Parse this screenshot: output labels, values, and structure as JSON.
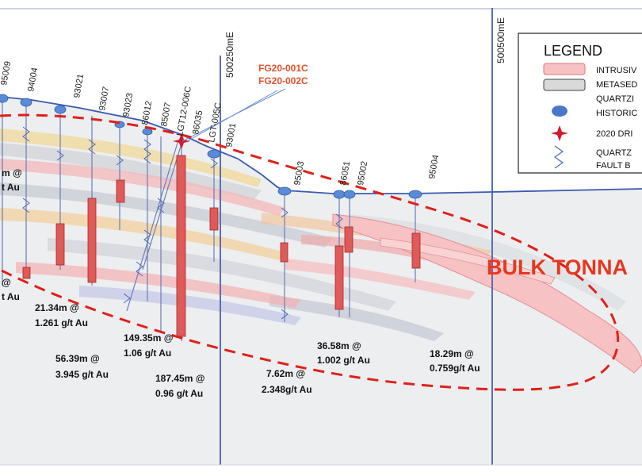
{
  "grid_lines": [
    {
      "label": "500250mE"
    },
    {
      "label": "500500mE"
    }
  ],
  "drill_holes": [
    {
      "name": "95009"
    },
    {
      "name": "94004"
    },
    {
      "name": "93021"
    },
    {
      "name": "93007"
    },
    {
      "name": "93023"
    },
    {
      "name": "86012"
    },
    {
      "name": "85007"
    },
    {
      "name": "LGT12-006C"
    },
    {
      "name": "86035"
    },
    {
      "name": "LGT-005C"
    },
    {
      "name": "93001"
    },
    {
      "name": "95003"
    },
    {
      "name": "86051"
    },
    {
      "name": "95002"
    },
    {
      "name": "95004"
    }
  ],
  "new_holes": {
    "line1": "FG20-001C",
    "line2": "FG20-002C"
  },
  "intercepts": [
    {
      "line1": "m @",
      "line2": "t Au"
    },
    {
      "line1": "@",
      "line2": "t Au"
    },
    {
      "line1": "21.34m @",
      "line2": "1.261 g/t Au"
    },
    {
      "line1": "56.39m @",
      "line2": "3.945 g/t Au"
    },
    {
      "line1": "149.35m @",
      "line2": "1.06 g/t Au"
    },
    {
      "line1": "187.45m @",
      "line2": "0.96 g/t Au"
    },
    {
      "line1": "7.62m @",
      "line2": "2.348g/t Au"
    },
    {
      "line1": "36.58m @",
      "line2": "1.002 g/t Au"
    },
    {
      "line1": "18.29m @",
      "line2": "0.759g/t Au"
    }
  ],
  "zone_label": "BULK TONNA",
  "legend": {
    "title": "LEGEND",
    "items": [
      {
        "label": "INTRUSIV",
        "swatch": "#f6c2c4"
      },
      {
        "label": "METASED",
        "swatch": "#d9d9d9"
      },
      {
        "label": "QUARTZI",
        "swatch": ""
      },
      {
        "label": "HISTORIC",
        "swatch": "#4a78c8"
      },
      {
        "label": "2020 DRI",
        "swatch": "#d01c2c"
      },
      {
        "label": "QUARTZ",
        "swatch": ""
      },
      {
        "label": "FAULT B",
        "swatch": ""
      }
    ]
  },
  "colors": {
    "intrusive": "#f6c2c4",
    "intrusive_edge": "#e58f94",
    "ore_bar": "#e05a5a",
    "zone_outline": "#e0201a",
    "topo_line": "#3b5bb0",
    "hole_collar": "#5b8bd6",
    "grid_line": "#5a6fb0",
    "new_hole": "#e0522a"
  }
}
